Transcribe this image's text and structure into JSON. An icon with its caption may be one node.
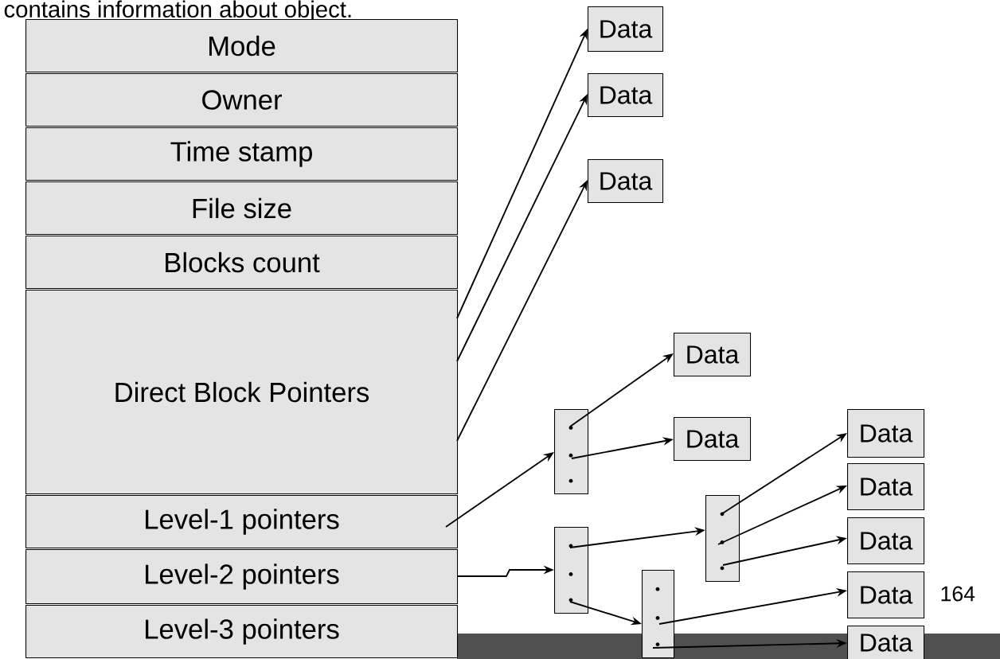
{
  "diagram": {
    "nodes": [
      {
        "text": [
          "Mode"
        ]
      },
      {
        "text": [
          "Owner"
        ]
      },
      {
        "text": [
          "Time stamp"
        ]
      },
      {
        "text": [
          "File size"
        ]
      },
      {
        "text": [
          "Blocks count"
        ]
      },
      {
        "text": [
          "Direct Block Pointers"
        ]
      },
      {
        "text": [
          "Level-1 pointers"
        ]
      },
      {
        "text": [
          "Level-2 pointers"
        ]
      },
      {
        "text": [
          "Level-3 pointers"
        ]
      },
      {
        "text": [
          "Data"
        ]
      },
      {
        "text": [
          "Data"
        ]
      },
      {
        "text": [
          "Data"
        ]
      },
      {
        "text": [
          "Data"
        ]
      },
      {
        "text": [
          "Data"
        ]
      },
      {
        "text": [],
        "shape": "box"
      },
      {
        "text": [],
        "shape": "box"
      },
      {
        "text": [],
        "shape": "box"
      },
      {
        "text": [],
        "shape": "box"
      },
      {
        "text": [
          "Data"
        ]
      },
      {
        "text": [
          "Data"
        ]
      },
      {
        "text": [
          "Data"
        ]
      },
      {
        "text": [
          "Data"
        ]
      },
      {
        "text": [
          "Data"
        ]
      }
    ],
    "edges": [
      {
        "from": 5,
        "to": 9,
        "arrow": "to"
      },
      {
        "from": 5,
        "to": 10,
        "arrow": "to"
      },
      {
        "from": 5,
        "to": 11,
        "arrow": "to"
      },
      {
        "from": 6,
        "to": 14,
        "arrow": "to"
      },
      {
        "from": 14,
        "to": 12,
        "arrow": "to"
      },
      {
        "from": 14,
        "to": 13,
        "arrow": "to"
      },
      {
        "from": 7,
        "to": 15,
        "arrow": "to"
      },
      {
        "from": 15,
        "to": 16,
        "arrow": "to"
      },
      {
        "from": 15,
        "to": 17,
        "arrow": "to"
      },
      {
        "from": 16,
        "to": 18,
        "arrow": "to"
      },
      {
        "from": 16,
        "to": 19,
        "arrow": "to"
      },
      {
        "from": 16,
        "to": 20,
        "arrow": "to"
      },
      {
        "from": 17,
        "to": 21,
        "arrow": "to"
      },
      {
        "from": 17,
        "to": 22,
        "arrow": "to"
      }
    ],
    "labels": [
      "contains information about object.",
      "164"
    ]
  }
}
